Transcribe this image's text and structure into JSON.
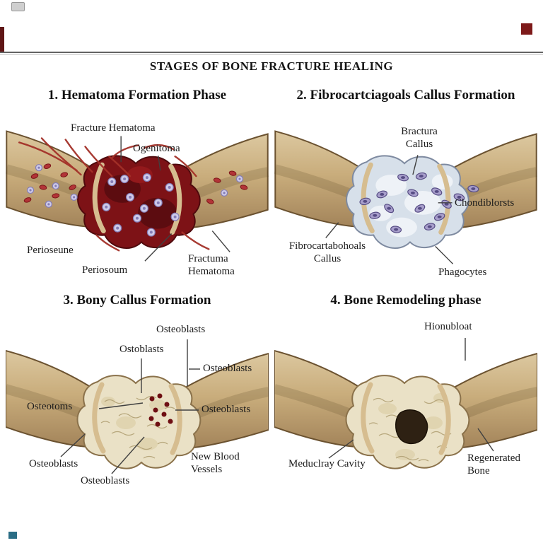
{
  "page": {
    "title": "STAGES OF BONE FRACTURE HEALING"
  },
  "panels": [
    {
      "title": "1. Hematoma Formation Phase",
      "labels": {
        "fracture_hematoma_top": "Fracture Hematoma",
        "ogenitoma": "Ogenitoma",
        "perioseune": "Perioseune",
        "periosoum": "Periosoum",
        "fractuma_hematoma": "Fractuma\nHematoma"
      }
    },
    {
      "title": "2. Fibrocartciagoals Callus Formation",
      "labels": {
        "bractura_callus": "Bractura\nCallus",
        "chondiblorsts": "Chondiblorsts",
        "fibrocartabohoals_callus": "Fibrocartabohoals\nCallus",
        "phagocytes": "Phagocytes"
      }
    },
    {
      "title": "3. Bony Callus Formation",
      "labels": {
        "osteoblasts_top": "Osteoblasts",
        "ostoblasts": "Ostoblasts",
        "osteoblasts_right": "Osteoblasts",
        "osteotoms": "Osteotoms",
        "osteoblasts_mid": "Osteoblasts",
        "osteoblasts_bottom_left": "Osteoblasts",
        "osteoblasts_bottom": "Osteoblasts",
        "new_blood_vessels": "New Blood Vessels"
      }
    },
    {
      "title": "4. Bone Remodeling phase",
      "labels": {
        "hionubloat": "Hionubloat",
        "meduclray_cavity": "Meduclray Cavity",
        "regenerated_bone": "Regenerated\nBone"
      }
    }
  ],
  "colors": {
    "bone": "#c9ad7c",
    "bone_outline": "#6b5230",
    "hematoma": "#7d1216",
    "cartilage_callus": "#d7e0ea",
    "bony_callus": "#eae1c6",
    "medullary_hole": "#2e2113",
    "label_text": "#1c1c1c",
    "pointer_line": "#404040",
    "edge_mark_red": "#7e1a1a",
    "edge_mark_teal": "#2a6d85"
  }
}
